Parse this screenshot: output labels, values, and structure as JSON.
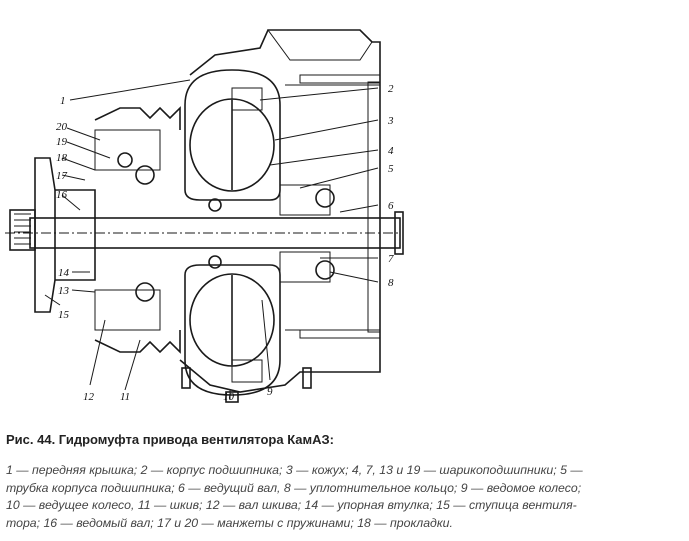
{
  "figure": {
    "callouts": [
      "1",
      "2",
      "3",
      "4",
      "5",
      "6",
      "7",
      "8",
      "9",
      "10",
      "11",
      "12",
      "13",
      "14",
      "15",
      "16",
      "17",
      "18",
      "19",
      "20"
    ]
  },
  "caption": "Рис. 44. Гидромуфта привода вентилятора КамАЗ:",
  "legend": [
    "1 — передняя крышка; 2 — корпус подшипника; 3 — кожух; 4, 7, 13 и 19 — шарикоподшипники; 5 —",
    "трубка корпуса подшипника; 6 — ведущий вал, 8 — уплотнительное кольцо; 9 — ведомое колесо;",
    "10 — ведущее колесо, 11 — шкив; 12 — вал шкива; 14 — упорная втулка; 15 — ступица вентиля-",
    "тора; 16 — ведомый вал; 17 и 20 — манжеты с пружинами; 18 — прокладки."
  ]
}
